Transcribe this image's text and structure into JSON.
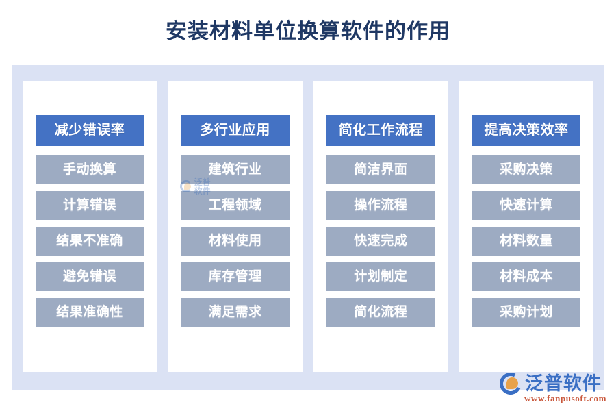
{
  "page": {
    "title": "安装材料单位换算软件的作用"
  },
  "colors": {
    "title_text": "#1F3864",
    "panel_background": "#DBE2F4",
    "card_background": "#FFFFFF",
    "header_blue": "#4472C4",
    "item_gray_blue": "#9DABC2",
    "item_text": "#FFFFFF",
    "brand_blue": "#3A6FC4",
    "brand_orange": "#E8A24A",
    "brand_url_red": "#C9583C"
  },
  "columns": [
    {
      "header": "减少错误率",
      "items": [
        "手动换算",
        "计算错误",
        "结果不准确",
        "避免错误",
        "结果准确性"
      ]
    },
    {
      "header": "多行业应用",
      "items": [
        "建筑行业",
        "工程领域",
        "材料使用",
        "库存管理",
        "满足需求"
      ],
      "watermark": "泛普软件"
    },
    {
      "header": "简化工作流程",
      "items": [
        "简洁界面",
        "操作流程",
        "快速完成",
        "计划制定",
        "简化流程"
      ]
    },
    {
      "header": "提高决策效率",
      "items": [
        "采购决策",
        "快速计算",
        "材料数量",
        "材料成本",
        "采购计划"
      ]
    }
  ],
  "brand": {
    "name": "泛普软件",
    "url": "www.fanpusoft.com"
  }
}
